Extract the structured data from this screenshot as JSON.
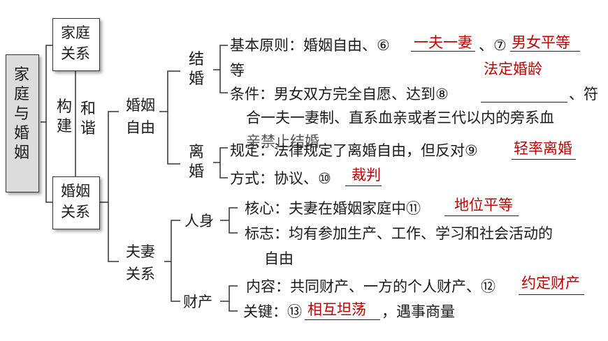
{
  "left_box": "家庭与婚姻",
  "family_box": [
    "家庭",
    "关系"
  ],
  "marriage_box": [
    "婚姻",
    "关系"
  ],
  "goujian": "构建",
  "hexie": "和谐",
  "hunyin_ziyou": [
    "婚姻",
    "自由"
  ],
  "fuqi_guanxi": [
    "夫妻",
    "关系"
  ],
  "jiehun": "结婚",
  "lihun": "离婚",
  "renshen": "人身",
  "caichan": "财产",
  "rows": {
    "r1_prefix": "基本原则：婚姻自由、⑥",
    "r1_sep": "、⑦",
    "r1_a1": "一夫一妻",
    "r1_a2": "男女平等",
    "r2_deng": "等",
    "r2_a": "法定婚龄",
    "r3_text": "条件：男女双方完全自愿、达到⑧",
    "r3_end": "、符",
    "r4_text": "合一夫一妻制、直系血亲或者三代以内的旁系血",
    "r5_text": "亲禁止结婚",
    "r5b_text": "规定：法律规定了离婚自由，但反对⑨",
    "r5b_a": "轻率离婚",
    "r6_text": "方式：协议、⑩",
    "r6_a": "裁判",
    "r7_text": "核心：夫妻在婚姻家庭中⑪",
    "r7_a": "地位平等",
    "r8_text": "标志：均有参加生产、工作、学习和社会活动的",
    "r9_text": "自由",
    "r10_text": "内容：共同财产、一方的个人财产、⑫",
    "r10_a": "约定财产",
    "r11_text": "关键：⑬",
    "r11_a": "相互坦荡",
    "r11_end": "，遇事商量"
  },
  "colors": {
    "answer": "#c00000",
    "line": "#333333"
  }
}
